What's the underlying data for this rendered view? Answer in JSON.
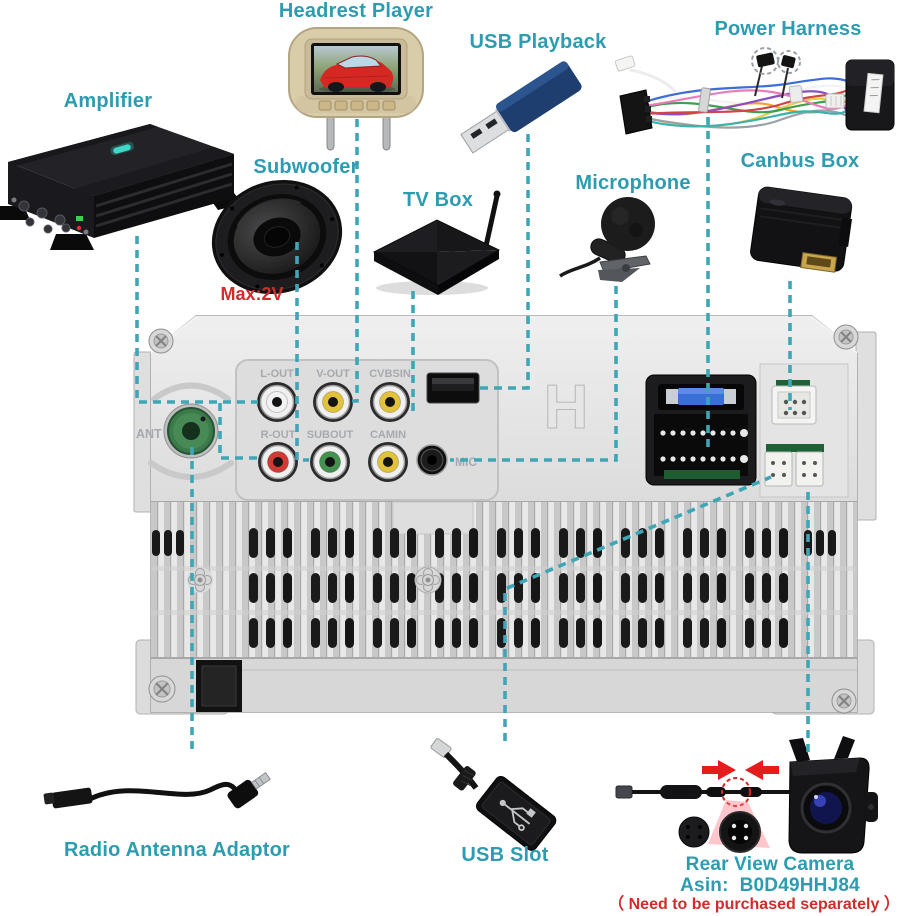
{
  "diagram": {
    "device_labels": {
      "amplifier": "Amplifier",
      "headrest_player": "Headrest Player",
      "usb_playback": "USB Playback",
      "power_harness": "Power Harness",
      "subwoofer": "Subwoofer",
      "tv_box": "TV Box",
      "microphone": "Microphone",
      "canbus_box": "Canbus Box",
      "radio_antenna_adaptor": "Radio Antenna Adaptor",
      "usb_slot": "USB Slot",
      "rear_view_camera": "Rear View Camera"
    },
    "notes": {
      "subwoofer_max_voltage": "Max:2V",
      "camera_asin": "Asin:  B0D49HHJ84",
      "camera_purchase_note": "（ Need to be purchased separately ）"
    },
    "rear_panel": {
      "ports": [
        {
          "label": "L-OUT",
          "color": "#f2f2f2"
        },
        {
          "label": "V-OUT",
          "color": "#e2c23a"
        },
        {
          "label": "CVBSIN",
          "color": "#e2c23a"
        },
        {
          "label": "R-OUT",
          "color": "#cf3a34"
        },
        {
          "label": "SUBOUT",
          "color": "#43924f"
        },
        {
          "label": "CAMIN",
          "color": "#e2c23a"
        }
      ],
      "ant_label": "ANT",
      "mic_label": "MIC",
      "emboss_mark": "H"
    },
    "colors": {
      "label_teal": "#2D9CB0",
      "line_teal": "#3FA6B6",
      "note_red": "#D12B2B"
    }
  }
}
